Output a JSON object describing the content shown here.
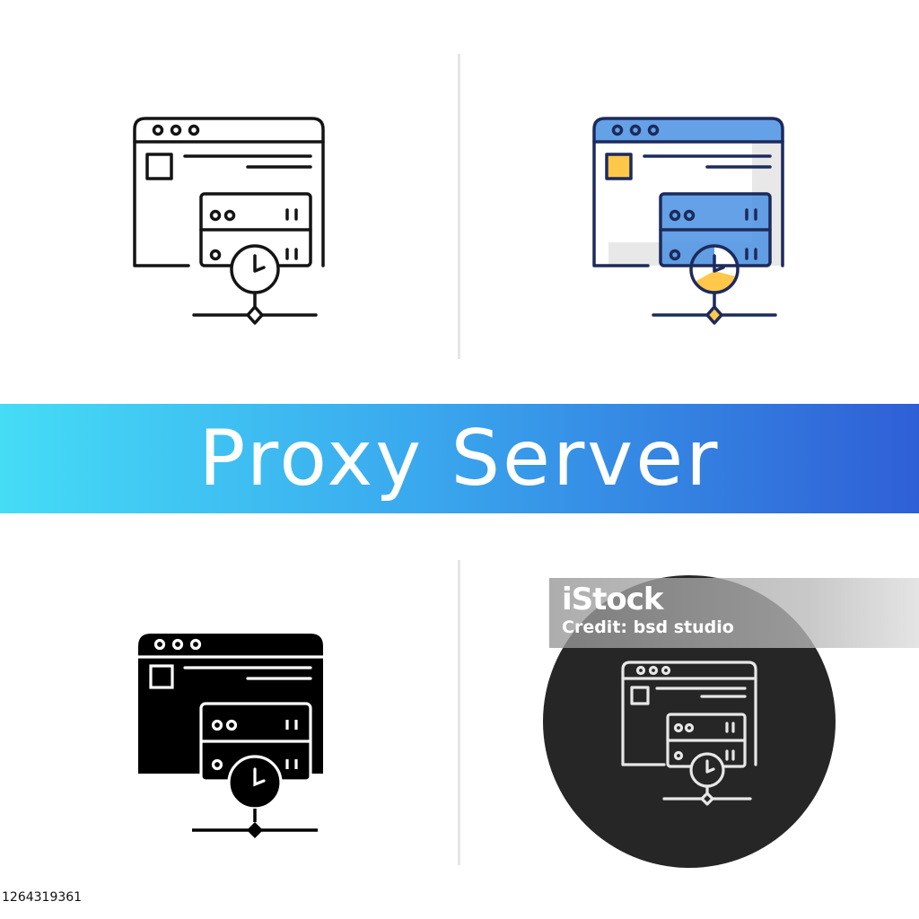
{
  "banner": {
    "title": "Proxy Server"
  },
  "watermark": {
    "brand": "iStock",
    "credit": "Credit: bsd studio"
  },
  "footer": {
    "stock_id": "1264319361"
  },
  "icons": {
    "linear": "proxy-server-linear-icon",
    "color": "proxy-server-color-icon",
    "glyph": "proxy-server-glyph-icon",
    "chalk": "proxy-server-chalk-icon"
  },
  "colors": {
    "outline": "#141414",
    "navy": "#1c2a5c",
    "blue_fill": "#4a90e2",
    "yellow": "#ffc84a",
    "gray_fill": "#e8e8e8",
    "chalk_bg": "#262626"
  }
}
